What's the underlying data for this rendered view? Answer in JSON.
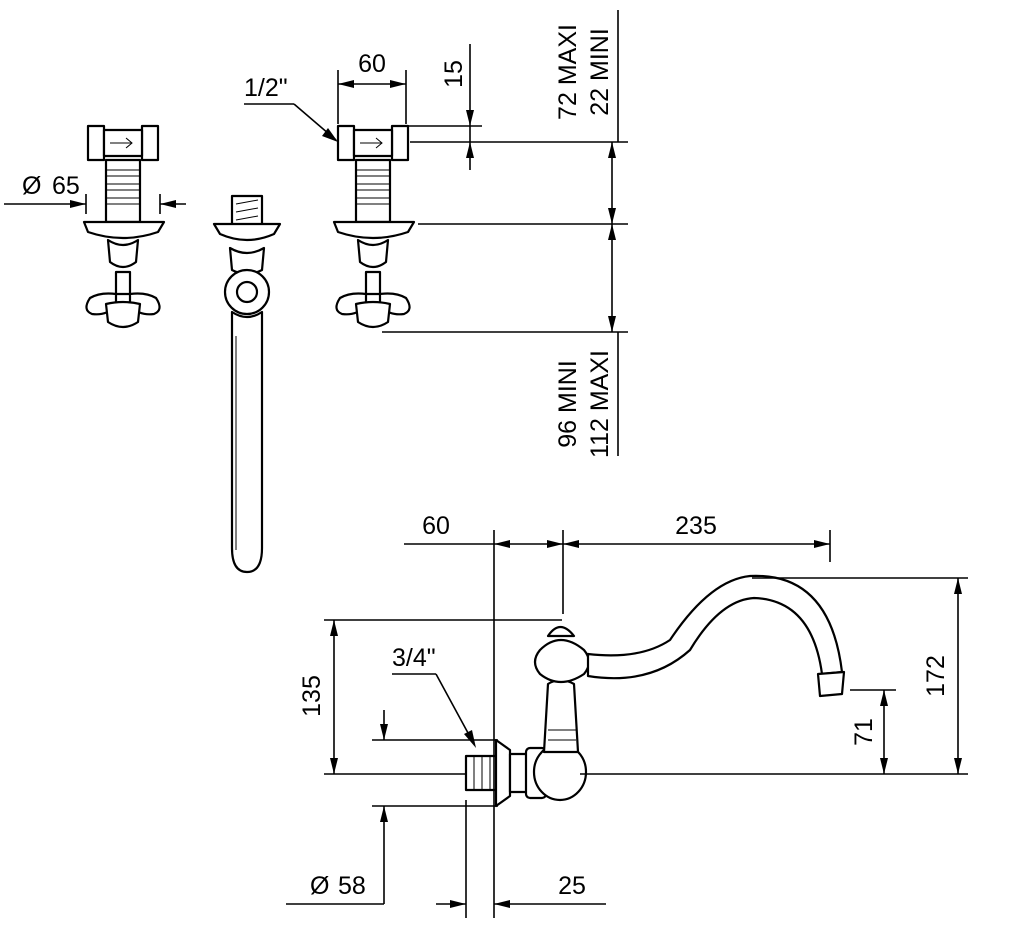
{
  "dimensions": {
    "handle_width": "60",
    "thread_inlet": "1/2\"",
    "handle_step": "15",
    "extension_top_max": "72 MAXI",
    "extension_top_min": "22 MINI",
    "rosette_diameter": "65",
    "extension_bottom_min": "96 MINI",
    "extension_bottom_max": "112 MAXI",
    "spout_offset": "60",
    "spout_reach": "235",
    "spout_height": "172",
    "body_height": "135",
    "outlet_height": "71",
    "thread_outlet": "3/4\"",
    "flange_diameter": "58",
    "flange_depth": "25"
  },
  "symbols": {
    "diameter": "Ø"
  },
  "colors": {
    "line": "#000000",
    "background": "#ffffff"
  }
}
